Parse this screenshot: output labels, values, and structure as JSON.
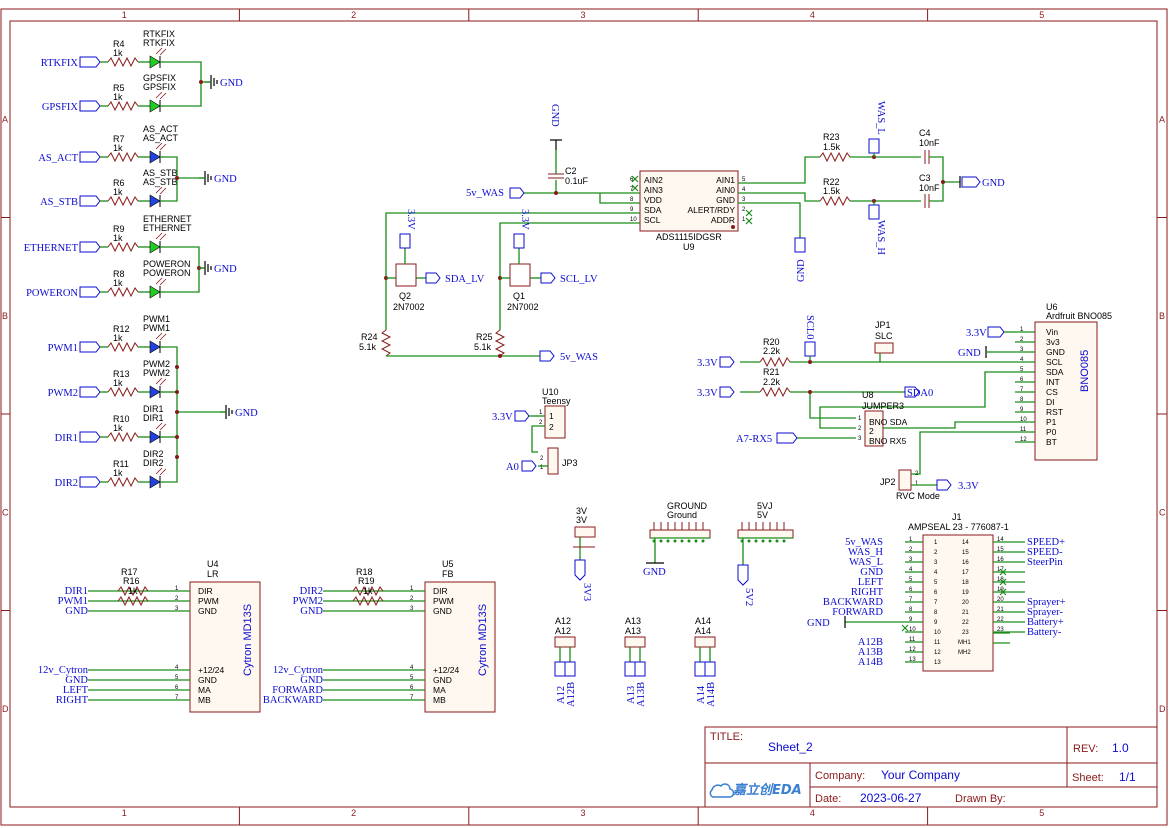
{
  "frame": {
    "columns": [
      "1",
      "2",
      "3",
      "4",
      "5"
    ],
    "rows": [
      "A",
      "B",
      "C",
      "D"
    ]
  },
  "title_block": {
    "title_label": "TITLE:",
    "title": "Sheet_2",
    "rev_label": "REV:",
    "rev": "1.0",
    "company_label": "Company:",
    "company": "Your Company",
    "sheet_label": "Sheet:",
    "sheet": "1/1",
    "date_label": "Date:",
    "date": "2023-06-27",
    "drawn_label": "Drawn By:",
    "drawn": "",
    "logo": "嘉立创EDA"
  },
  "leds": [
    {
      "net": "RTKFIX",
      "res": "R4",
      "val": "1k",
      "led": "RTKFIX",
      "led2": "RTKFIX",
      "color": "green"
    },
    {
      "net": "GPSFIX",
      "res": "R5",
      "val": "1k",
      "led": "GPSFIX",
      "led2": "GPSFIX",
      "color": "green"
    },
    {
      "net": "AS_ACT",
      "res": "R7",
      "val": "1k",
      "led": "AS_ACT",
      "led2": "AS_ACT",
      "color": "blue"
    },
    {
      "net": "AS_STB",
      "res": "R6",
      "val": "1k",
      "led": "AS_STB",
      "led2": "AS_STB",
      "color": "blue"
    },
    {
      "net": "ETHERNET",
      "res": "R9",
      "val": "1k",
      "led": "ETHERNET",
      "led2": "ETHERNET",
      "color": "green"
    },
    {
      "net": "POWERON",
      "res": "R8",
      "val": "1k",
      "led": "POWERON",
      "led2": "POWERON",
      "color": "green"
    },
    {
      "net": "PWM1",
      "res": "R12",
      "val": "1k",
      "led": "PWM1",
      "led2": "PWM1",
      "color": "blue"
    },
    {
      "net": "PWM2",
      "res": "R13",
      "val": "1k",
      "led": "PWM2",
      "led2": "PWM2",
      "color": "blue"
    },
    {
      "net": "DIR1",
      "res": "R10",
      "val": "1k",
      "led": "DIR1",
      "led2": "DIR1",
      "color": "blue"
    },
    {
      "net": "DIR2",
      "res": "R11",
      "val": "1k",
      "led": "DIR2",
      "led2": "DIR2",
      "color": "blue"
    }
  ],
  "gnd": "GND",
  "ads": {
    "ref": "U9",
    "part": "ADS1115IDGSR",
    "left_pins": [
      [
        "6",
        "AIN2"
      ],
      [
        "7",
        "AIN3"
      ],
      [
        "8",
        "VDD"
      ],
      [
        "9",
        "SDA"
      ],
      [
        "10",
        "SCL"
      ]
    ],
    "right_pins": [
      [
        "AIN1",
        "5"
      ],
      [
        "AIN0",
        "4"
      ],
      [
        "GND",
        "3"
      ],
      [
        "ALERT/RDY",
        "2"
      ],
      [
        "ADDR",
        "1"
      ]
    ],
    "c2_ref": "C2",
    "c2_val": "0.1uF",
    "net_5v": "5v_WAS",
    "gnd": "GND"
  },
  "was": {
    "r23": "R23",
    "r23v": "1.5k",
    "r22": "R22",
    "r22v": "1.5k",
    "c4": "C4",
    "c4v": "10nF",
    "c3": "C3",
    "c3v": "10nF",
    "was_l": "WAS_L",
    "was_h": "WAS_H",
    "gnd": "GND"
  },
  "level_shift": {
    "q2": "Q2",
    "q2p": "2N7002",
    "q1": "Q1",
    "q1p": "2N7002",
    "v33": "3.3V",
    "sda_lv": "SDA_LV",
    "scl_lv": "SCL_LV",
    "r24": "R24",
    "r24v": "5.1k",
    "r25": "R25",
    "r25v": "5.1k",
    "net_5v": "5v_WAS"
  },
  "teensy": {
    "ref": "U10",
    "part": "Teensy",
    "v33": "3.3V",
    "a0": "A0",
    "jp3": "JP3",
    "p1": "1",
    "p2": "2"
  },
  "bno": {
    "ref": "U6",
    "part": "Ardfruit BNO085",
    "name": "BNO085",
    "pins": [
      [
        "1",
        "Vin"
      ],
      [
        "2",
        "3v3"
      ],
      [
        "3",
        "GND"
      ],
      [
        "4",
        "SCL"
      ],
      [
        "5",
        "SDA"
      ],
      [
        "6",
        "INT"
      ],
      [
        "7",
        "CS"
      ],
      [
        "8",
        "DI"
      ],
      [
        "9",
        "RST"
      ],
      [
        "10",
        "P1"
      ],
      [
        "11",
        "P0"
      ],
      [
        "12",
        "BT"
      ]
    ],
    "v33": "3.3V",
    "gnd": "GND",
    "r20": "R20",
    "r20v": "2.2k",
    "r21": "R21",
    "r21v": "2.2k",
    "scl0": "SCL0",
    "sda0": "SDA0",
    "jp1": "JP1",
    "slc": "SLC",
    "u8": "U8",
    "jumper": "JUMPER3",
    "bno_sda": "BNO SDA",
    "bno_rx5": "BNO RX5",
    "a7": "A7-RX5",
    "jp2": "JP2",
    "rvc": "RVC Mode",
    "v33b": "3.3V"
  },
  "power": {
    "v3_a": "3V",
    "v3_b": "3V",
    "v3_net": "3V3",
    "ground_a": "GROUND",
    "ground_b": "Ground",
    "gnd_net": "GND",
    "v5_a": "5VJ",
    "v5_b": "5V",
    "v5_net": "5V2"
  },
  "ampseal": {
    "ref": "J1",
    "part": "AMPSEAL 23 - 776087-1",
    "left_nets": [
      "5v_WAS",
      "WAS_H",
      "WAS_L",
      "GND",
      "LEFT",
      "RIGHT",
      "BACKWARD",
      "FORWARD",
      "",
      "",
      "A12B",
      "A13B",
      "A14B"
    ],
    "right_nets": [
      "SPEED+",
      "SPEED-",
      "SteerPin",
      "",
      "",
      "",
      "Sprayer+",
      "Sprayer-",
      "Battery+",
      "Battery-",
      "",
      "",
      ""
    ],
    "gnd": "GND"
  },
  "analog": [
    {
      "a": "A12",
      "b": "A12",
      "n1": "A12",
      "n2": "A12B"
    },
    {
      "a": "A13",
      "b": "A13",
      "n1": "A13",
      "n2": "A13B"
    },
    {
      "a": "A14",
      "b": "A14",
      "n1": "A14",
      "n2": "A14B"
    }
  ],
  "drivers": [
    {
      "ref": "U4",
      "side": "LR",
      "name": "Cytron MD13S",
      "r1": "R17",
      "r2": "R16",
      "r1v": "1k",
      "r2v": "1k",
      "nets": [
        "DIR1",
        "PWM1",
        "GND",
        "12v_Cytron",
        "GND",
        "LEFT",
        "RIGHT"
      ]
    },
    {
      "ref": "U5",
      "side": "FB",
      "name": "Cytron MD13S",
      "r1": "R18",
      "r2": "R19",
      "r1v": "1k",
      "r2v": "1k",
      "nets": [
        "DIR2",
        "PWM2",
        "GND",
        "12v_Cytron",
        "GND",
        "FORWARD",
        "BACKWARD"
      ]
    }
  ],
  "driver_pins": [
    [
      "1",
      "DIR"
    ],
    [
      "2",
      "PWM"
    ],
    [
      "3",
      "GND"
    ],
    [
      "4",
      "+12/24"
    ],
    [
      "5",
      "GND"
    ],
    [
      "6",
      "MA"
    ],
    [
      "7",
      "MB"
    ]
  ]
}
